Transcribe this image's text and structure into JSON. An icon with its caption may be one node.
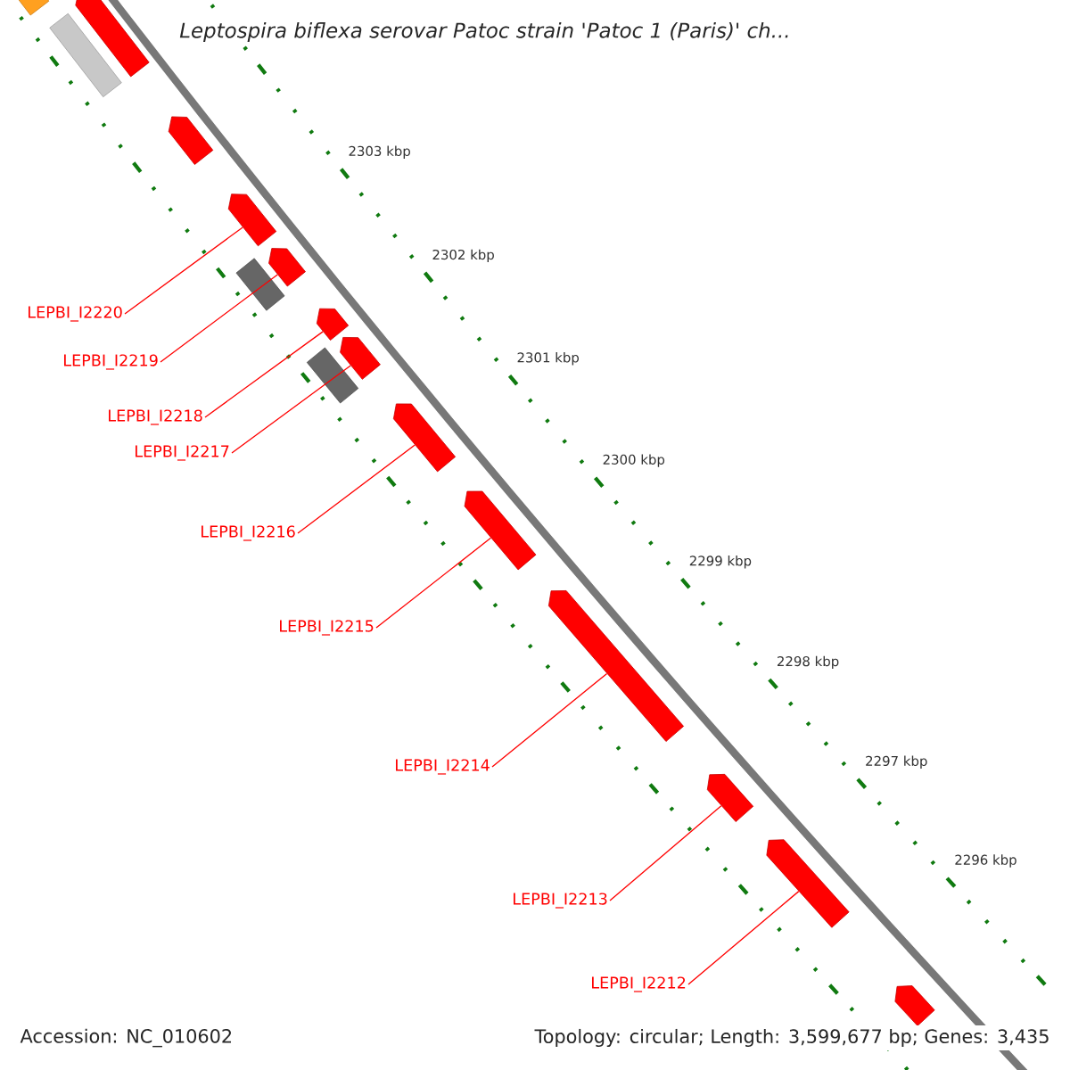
{
  "diagram": {
    "title": "Leptospira biflexa serovar Patoc strain 'Patoc 1 (Paris)' ch...",
    "nodes": [
      {
        "text": [],
        "shape": "bar"
      },
      {
        "text": [],
        "shape": "arrow"
      },
      {
        "text": [],
        "shape": "box"
      },
      {
        "text": [],
        "shape": "arrow"
      },
      {
        "text": [],
        "shape": "arrow"
      },
      {
        "text": [],
        "shape": "arrow"
      },
      {
        "text": [],
        "shape": "box"
      },
      {
        "text": [],
        "shape": "arrow"
      },
      {
        "text": [],
        "shape": "arrow"
      },
      {
        "text": [],
        "shape": "box"
      },
      {
        "text": [],
        "shape": "arrow"
      },
      {
        "text": [],
        "shape": "arrow"
      },
      {
        "text": [],
        "shape": "arrow"
      },
      {
        "text": [],
        "shape": "arrow"
      },
      {
        "text": [],
        "shape": "arrow"
      },
      {
        "text": [],
        "shape": "arrow"
      },
      {
        "text": [
          "LEPBI_I2220"
        ]
      },
      {
        "text": [
          "LEPBI_I2219"
        ]
      },
      {
        "text": [
          "LEPBI_I2218"
        ]
      },
      {
        "text": [
          "LEPBI_I2217"
        ]
      },
      {
        "text": [
          "LEPBI_I2216"
        ]
      },
      {
        "text": [
          "LEPBI_I2215"
        ]
      },
      {
        "text": [
          "LEPBI_I2214"
        ]
      },
      {
        "text": [
          "LEPBI_I2213"
        ]
      },
      {
        "text": [
          "LEPBI_I2212"
        ]
      }
    ],
    "edges": [
      {
        "from": 16,
        "to": 4,
        "arrow": "none"
      },
      {
        "from": 17,
        "to": 5,
        "arrow": "none"
      },
      {
        "from": 18,
        "to": 7,
        "arrow": "none"
      },
      {
        "from": 19,
        "to": 8,
        "arrow": "none"
      },
      {
        "from": 20,
        "to": 10,
        "arrow": "none"
      },
      {
        "from": 21,
        "to": 11,
        "arrow": "none"
      },
      {
        "from": 22,
        "to": 12,
        "arrow": "none"
      },
      {
        "from": 23,
        "to": 13,
        "arrow": "none"
      },
      {
        "from": 24,
        "to": 14,
        "arrow": "none"
      }
    ],
    "labels": [
      "2303 kbp",
      "2302 kbp",
      "2301 kbp",
      "2300 kbp",
      "2299 kbp",
      "2298 kbp",
      "2297 kbp",
      "2296 kbp",
      "Accession: NC_010602",
      "Topology: circular; Length: 3,599,677 bp; Genes: 3,435"
    ]
  }
}
